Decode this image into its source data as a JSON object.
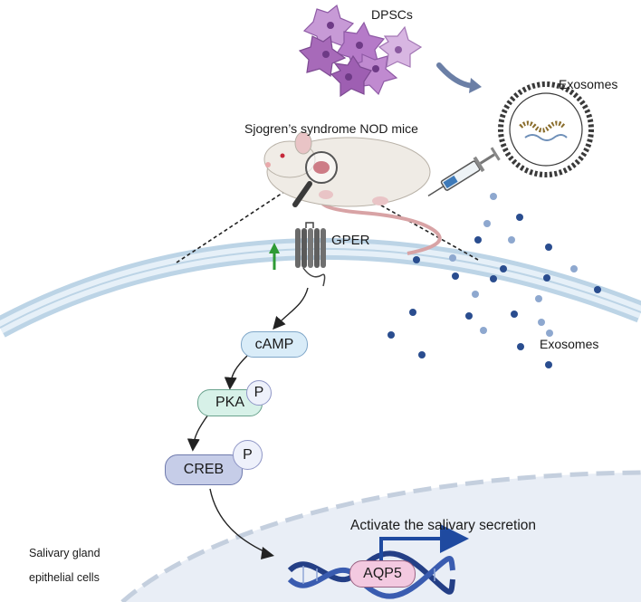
{
  "labels": {
    "dpscs": "DPSCs",
    "exosomes_top": "Exosomes",
    "mice": "Sjogren’s syndrome NOD mice",
    "gper": "GPER",
    "exosomes_mid": "Exosomes",
    "activate": "Activate the salivary secretion",
    "cell_line1": "Salivary gland",
    "cell_line2": "epithelial cells"
  },
  "pathway": {
    "camp": "cAMP",
    "pka": "PKA",
    "creb": "CREB",
    "phospho": "P",
    "aqp5": "AQP5"
  },
  "colors": {
    "cell_interior": "#e9eef6",
    "membrane_stroke": "#bcd4e6",
    "membrane_fill": "#dceaf5",
    "exosome_dark": "#2a4d8f",
    "exosome_light": "#8ea8cf",
    "camp_fill": "#d9ecf8",
    "pka_fill": "#d7f1e8",
    "creb_fill": "#c6cde8",
    "aqp5_fill": "#f3c9e0",
    "dna": "#243f86",
    "arrow_up": "#2e9a35",
    "dpsc_cell": "#b77bc7"
  },
  "icons": [
    "dpsc-cells-icon",
    "exosome-vesicle-icon",
    "mouse-icon",
    "syringe-icon",
    "gper-receptor-icon",
    "dna-helix-icon"
  ]
}
